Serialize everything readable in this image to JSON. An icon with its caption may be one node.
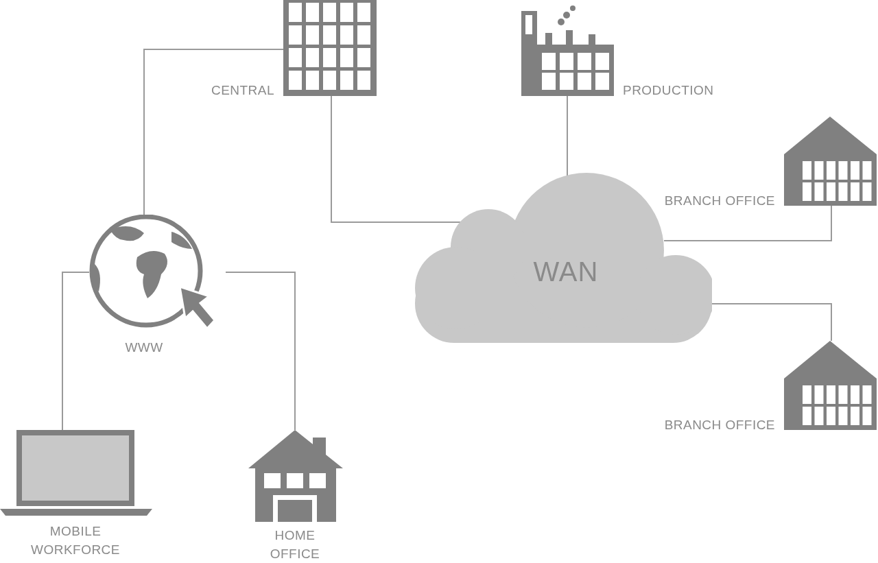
{
  "diagram": {
    "nodes": [
      {
        "text": [
          "CENTRAL"
        ]
      },
      {
        "text": [
          "PRODUCTION"
        ]
      },
      {
        "text": [
          "BRANCH OFFICE"
        ]
      },
      {
        "text": [
          "WAN"
        ]
      },
      {
        "text": [
          "BRANCH OFFICE"
        ]
      },
      {
        "text": [
          "WWW"
        ]
      },
      {
        "text": [
          "MOBILE WORKFORCE"
        ]
      },
      {
        "text": [
          "HOME OFFICE"
        ]
      }
    ],
    "edges": [
      {
        "from": 0,
        "to": 5,
        "arrow": "none"
      },
      {
        "from": 0,
        "to": 3,
        "arrow": "none"
      },
      {
        "from": 1,
        "to": 3,
        "arrow": "none"
      },
      {
        "from": 2,
        "to": 3,
        "arrow": "none"
      },
      {
        "from": 4,
        "to": 3,
        "arrow": "none"
      },
      {
        "from": 5,
        "to": 6,
        "arrow": "none"
      },
      {
        "from": 5,
        "to": 7,
        "arrow": "none"
      }
    ]
  }
}
